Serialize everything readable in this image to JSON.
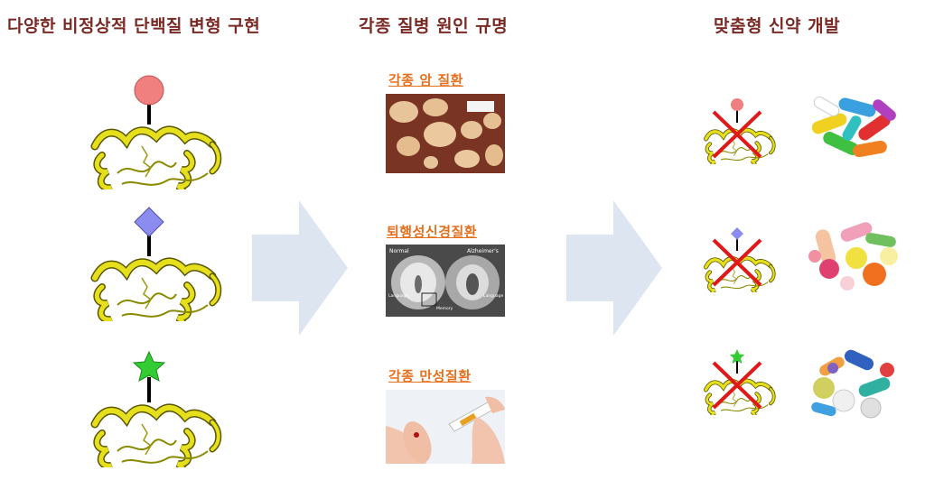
{
  "columns": {
    "left_title": "다양한 비정상적 단백질 변형 구현",
    "middle_title": "각종 질병 원인 규명",
    "right_title": "맞춤형 신약 개발"
  },
  "diseases": [
    {
      "label": "각종 암 질환"
    },
    {
      "label": "퇴행성신경질환",
      "image_labels": [
        "Normal",
        "Alzheimer's",
        "Language",
        "Memory",
        "Language"
      ]
    },
    {
      "label": "각종 만성질환"
    }
  ],
  "modifications": [
    {
      "shape": "circle",
      "color": "#f08080"
    },
    {
      "shape": "diamond",
      "color": "#8c8cf0"
    },
    {
      "shape": "star",
      "color": "#33cc33"
    }
  ],
  "colors": {
    "heading": "#7a2a24",
    "sublabel": "#e4701e",
    "arrow": "#dde6f0",
    "protein": "#e6e01c",
    "cross": "#e01818"
  },
  "icons": [
    "protein-ribbon-icon",
    "arrow-right-icon",
    "cross-icon",
    "pills-icon"
  ]
}
